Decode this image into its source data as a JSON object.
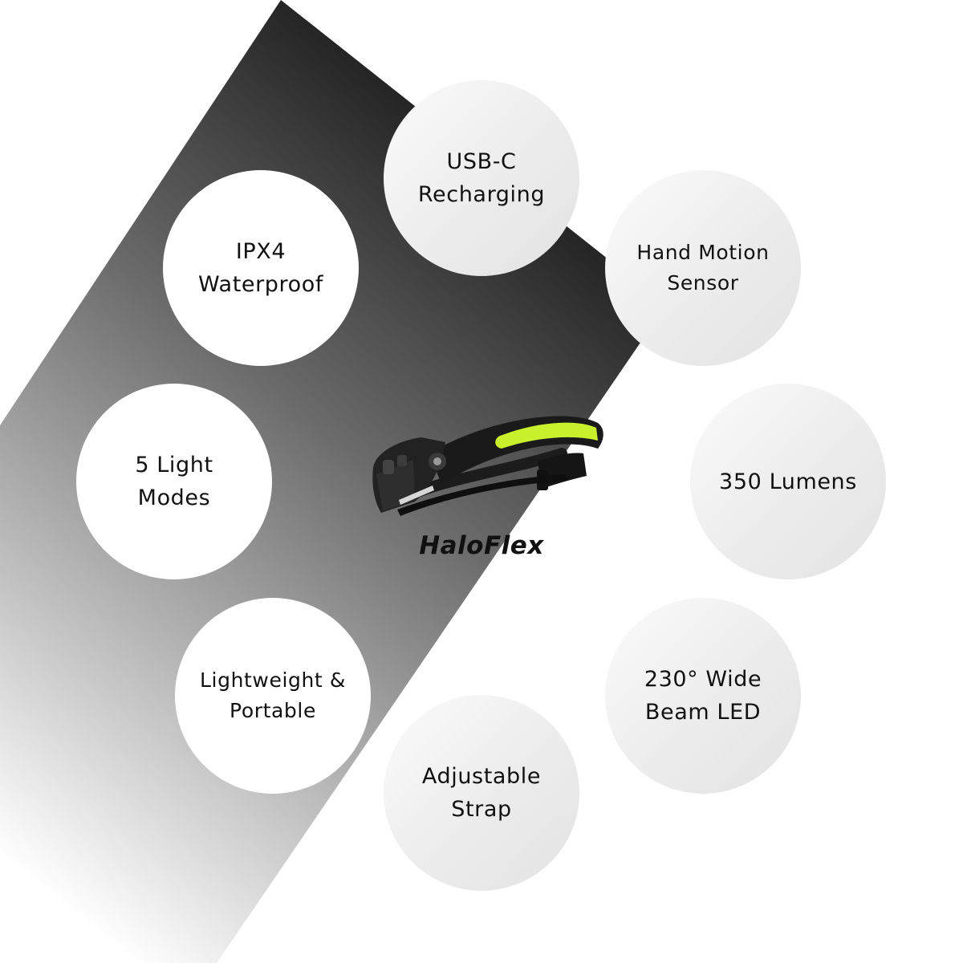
{
  "product": {
    "name": "HaloFlex",
    "image": "headlamp-band-icon"
  },
  "features": {
    "usb_c": "USB-C\nRecharging",
    "waterproof": "IPX4\nWaterproof",
    "motion": "Hand Motion\nSensor",
    "modes": "5 Light\nModes",
    "lumens": "350 Lumens",
    "lightweight": "Lightweight &\nPortable",
    "beam": "230° Wide\nBeam LED",
    "strap": "Adjustable\nStrap"
  },
  "colors": {
    "cob_led": "#c8f02c",
    "band": "#1a1a1a",
    "backdrop_dark": "#0a0a0a",
    "bubble_light": "#ececec"
  }
}
